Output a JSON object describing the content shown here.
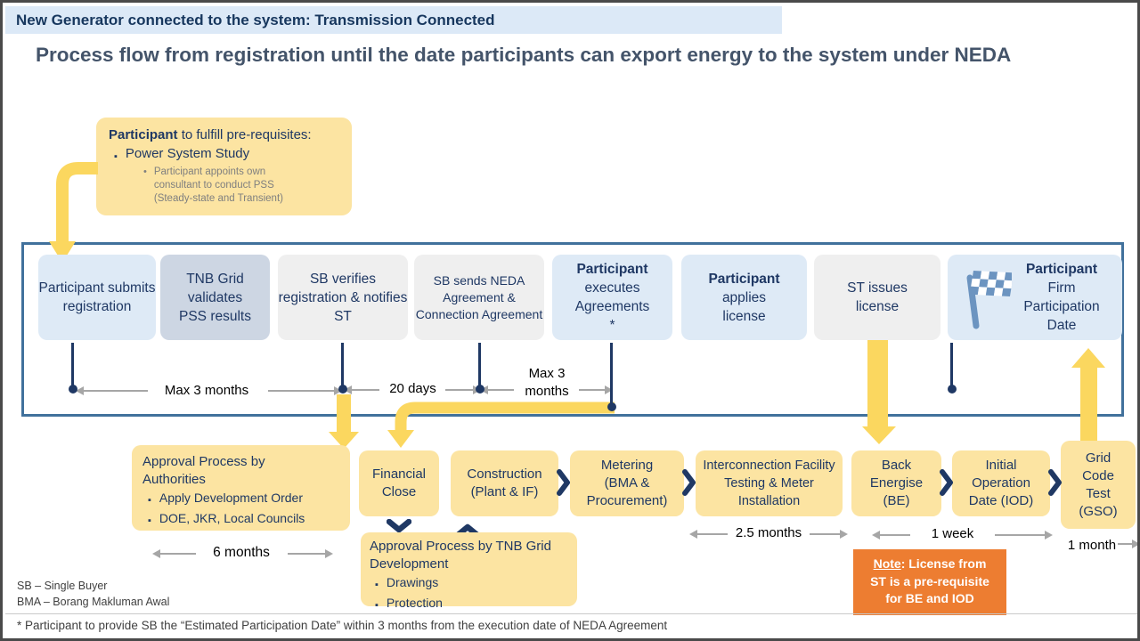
{
  "banner": {
    "text": "New Generator connected to the system: Transmission Connected"
  },
  "title": {
    "text": "Process flow from registration until the date participants can export energy to the system under NEDA"
  },
  "callout": {
    "heading_bold": "Participant",
    "heading_rest": " to fulfill pre-requisites:",
    "bullet": "Power System Study",
    "sub_bullet": "Participant appoints own consultant to conduct PSS (Steady-state and Transient)"
  },
  "flow": {
    "boxes": [
      {
        "text": "Participant submits registration"
      },
      {
        "text": "TNB Grid validates PSS results"
      },
      {
        "text": "SB verifies registration & notifies ST"
      },
      {
        "text": "SB sends NEDA Agreement & Connection Agreement"
      },
      {
        "bold": "Participant",
        "text": "executes Agreements",
        "suffix": "*"
      },
      {
        "bold": "Participant",
        "text": "applies license"
      },
      {
        "text": "ST issues license"
      },
      {
        "bold": "Participant",
        "text": "Firm Participation Date",
        "icon": "checkered-flag-icon"
      }
    ]
  },
  "timeline": {
    "spans": [
      "Max 3 months",
      "20 days",
      "Max 3 months"
    ]
  },
  "lower": {
    "approval_authorities": {
      "heading": "Approval Process by Authorities",
      "bullets": [
        "Apply Development Order",
        "DOE, JKR, Local Councils"
      ]
    },
    "steps": [
      "Financial Close",
      "Construction (Plant & IF)",
      "Metering (BMA & Procurement)",
      "Interconnection Facility Testing & Meter Installation",
      "Back Energise (BE)",
      "Initial Operation Date (IOD)",
      "Grid Code Test (GSO)"
    ],
    "tnb_dev": {
      "heading": "Approval Process by TNB Grid Development",
      "bullets": [
        "Drawings",
        "Protection"
      ]
    }
  },
  "durations": {
    "approval": "6 months",
    "interconnection": "2.5 months",
    "back_energise": "1 week",
    "grid_code_test": "1 month"
  },
  "note": {
    "label": "Note",
    "rest": ": License from",
    "line2": "ST is a pre-requisite",
    "line3": "for BE and IOD"
  },
  "legend": {
    "items": [
      "SB – Single Buyer",
      "BMA – Borang Makluman Awal"
    ]
  },
  "footnote": {
    "text": "* Participant to provide SB the “Estimated Participation Date” within 3 months from the execution date of NEDA Agreement"
  },
  "colors": {
    "navy": "#1F3864",
    "title_gray": "#44546A",
    "yellow_box": "#FCE4A2",
    "yellow_arrow": "#FBD75F",
    "light_blue_box": "#DEEAF6",
    "blue_gray_box": "#CDD6E3",
    "gray_box": "#EFEFEF",
    "orange_note": "#ED7D31",
    "frame_blue": "#41719C",
    "banner_bg": "#DCE9F7"
  }
}
